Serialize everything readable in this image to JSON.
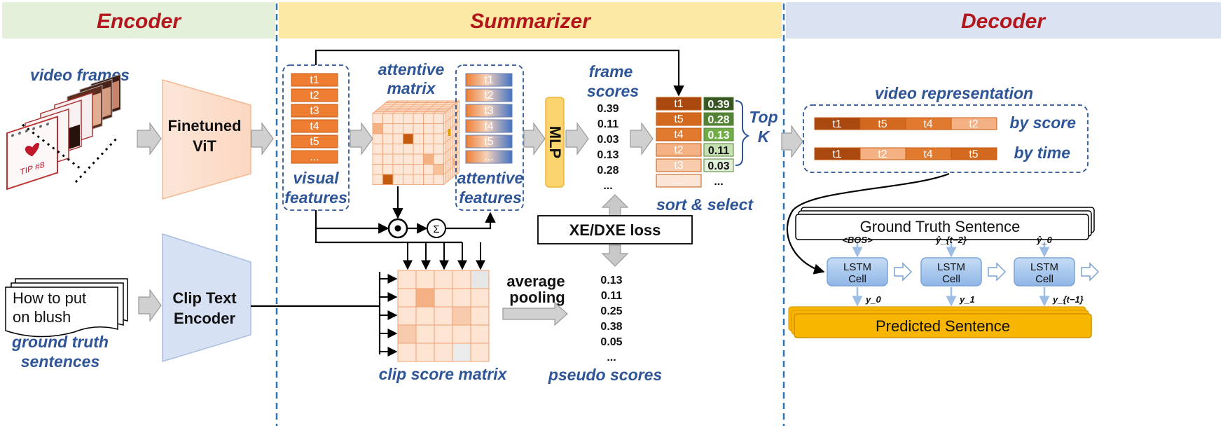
{
  "sections": {
    "encoder": "Encoder",
    "summarizer": "Summarizer",
    "decoder": "Decoder"
  },
  "encoder": {
    "video_frames_label": "video frames",
    "vit_line1": "Finetuned",
    "vit_line2": "ViT",
    "sentence_line1": "How to put",
    "sentence_line2": "on blush",
    "gt_label_line1": "ground truth",
    "gt_label_line2": "sentences",
    "clip_line1": "Clip Text",
    "clip_line2": "Encoder",
    "frame_text": "TIP #8"
  },
  "summarizer": {
    "visual_tokens": [
      "t1",
      "t2",
      "t3",
      "t4",
      "t5",
      "..."
    ],
    "visual_label_line1": "visual",
    "visual_label_line2": "features",
    "attentive_matrix_line1": "attentive",
    "attentive_matrix_line2": "matrix",
    "attentive_tokens": [
      "t1",
      "t2",
      "t3",
      "t4",
      "t5",
      "..."
    ],
    "attentive_label_line1": "attentive",
    "attentive_label_line2": "features",
    "mlp_label": "MLP",
    "frame_scores_line1": "frame",
    "frame_scores_line2": "scores",
    "frame_scores": [
      "0.39",
      "0.11",
      "0.03",
      "0.13",
      "0.28",
      "..."
    ],
    "sorted_tokens": [
      "t1",
      "t5",
      "t4",
      "t2",
      "t3",
      "..."
    ],
    "sorted_scores": [
      "0.39",
      "0.28",
      "0.13",
      "0.11",
      "0.03",
      "..."
    ],
    "sort_label": "sort & select",
    "topk_line1": "Top",
    "topk_line2": "K",
    "loss_label": "XE/DXE loss",
    "avg_pool_line1": "average",
    "avg_pool_line2": "pooling",
    "pseudo_scores": [
      "0.13",
      "0.11",
      "0.25",
      "0.38",
      "0.05",
      "..."
    ],
    "clip_matrix_label": "clip score matrix",
    "pseudo_label": "pseudo scores",
    "odot_symbol": "⊙",
    "sum_symbol": "Σ"
  },
  "decoder": {
    "video_rep_label": "video representation",
    "by_score_tokens": [
      "t1",
      "t5",
      "t4",
      "t2"
    ],
    "by_score_label": "by score",
    "by_time_tokens": [
      "t1",
      "t2",
      "t4",
      "t5"
    ],
    "by_time_label": "by time",
    "gt_sentence": "Ground Truth Sentence",
    "lstm_line1": "LSTM",
    "lstm_line2": "Cell",
    "inputs": [
      "<BOS>",
      "ŷ_{t−2}",
      "ŷ_0"
    ],
    "outputs": [
      "y_0",
      "y_1",
      "y_{t−1}"
    ],
    "predicted": "Predicted Sentence"
  },
  "colors": {
    "encoder_band": "#e4f0da",
    "summarizer_band": "#fde9a6",
    "decoder_band": "#dbe3f3",
    "header_red": "#b3161c",
    "label_blue": "#2e5597",
    "token_orange": "#ed7d31",
    "mlp_yellow": "#fbd46d",
    "lstm_blue": "#a9c9ee",
    "predicted_gold": "#f9b600",
    "score_green_dark": "#375623",
    "score_green_light": "#c6e0b4"
  }
}
